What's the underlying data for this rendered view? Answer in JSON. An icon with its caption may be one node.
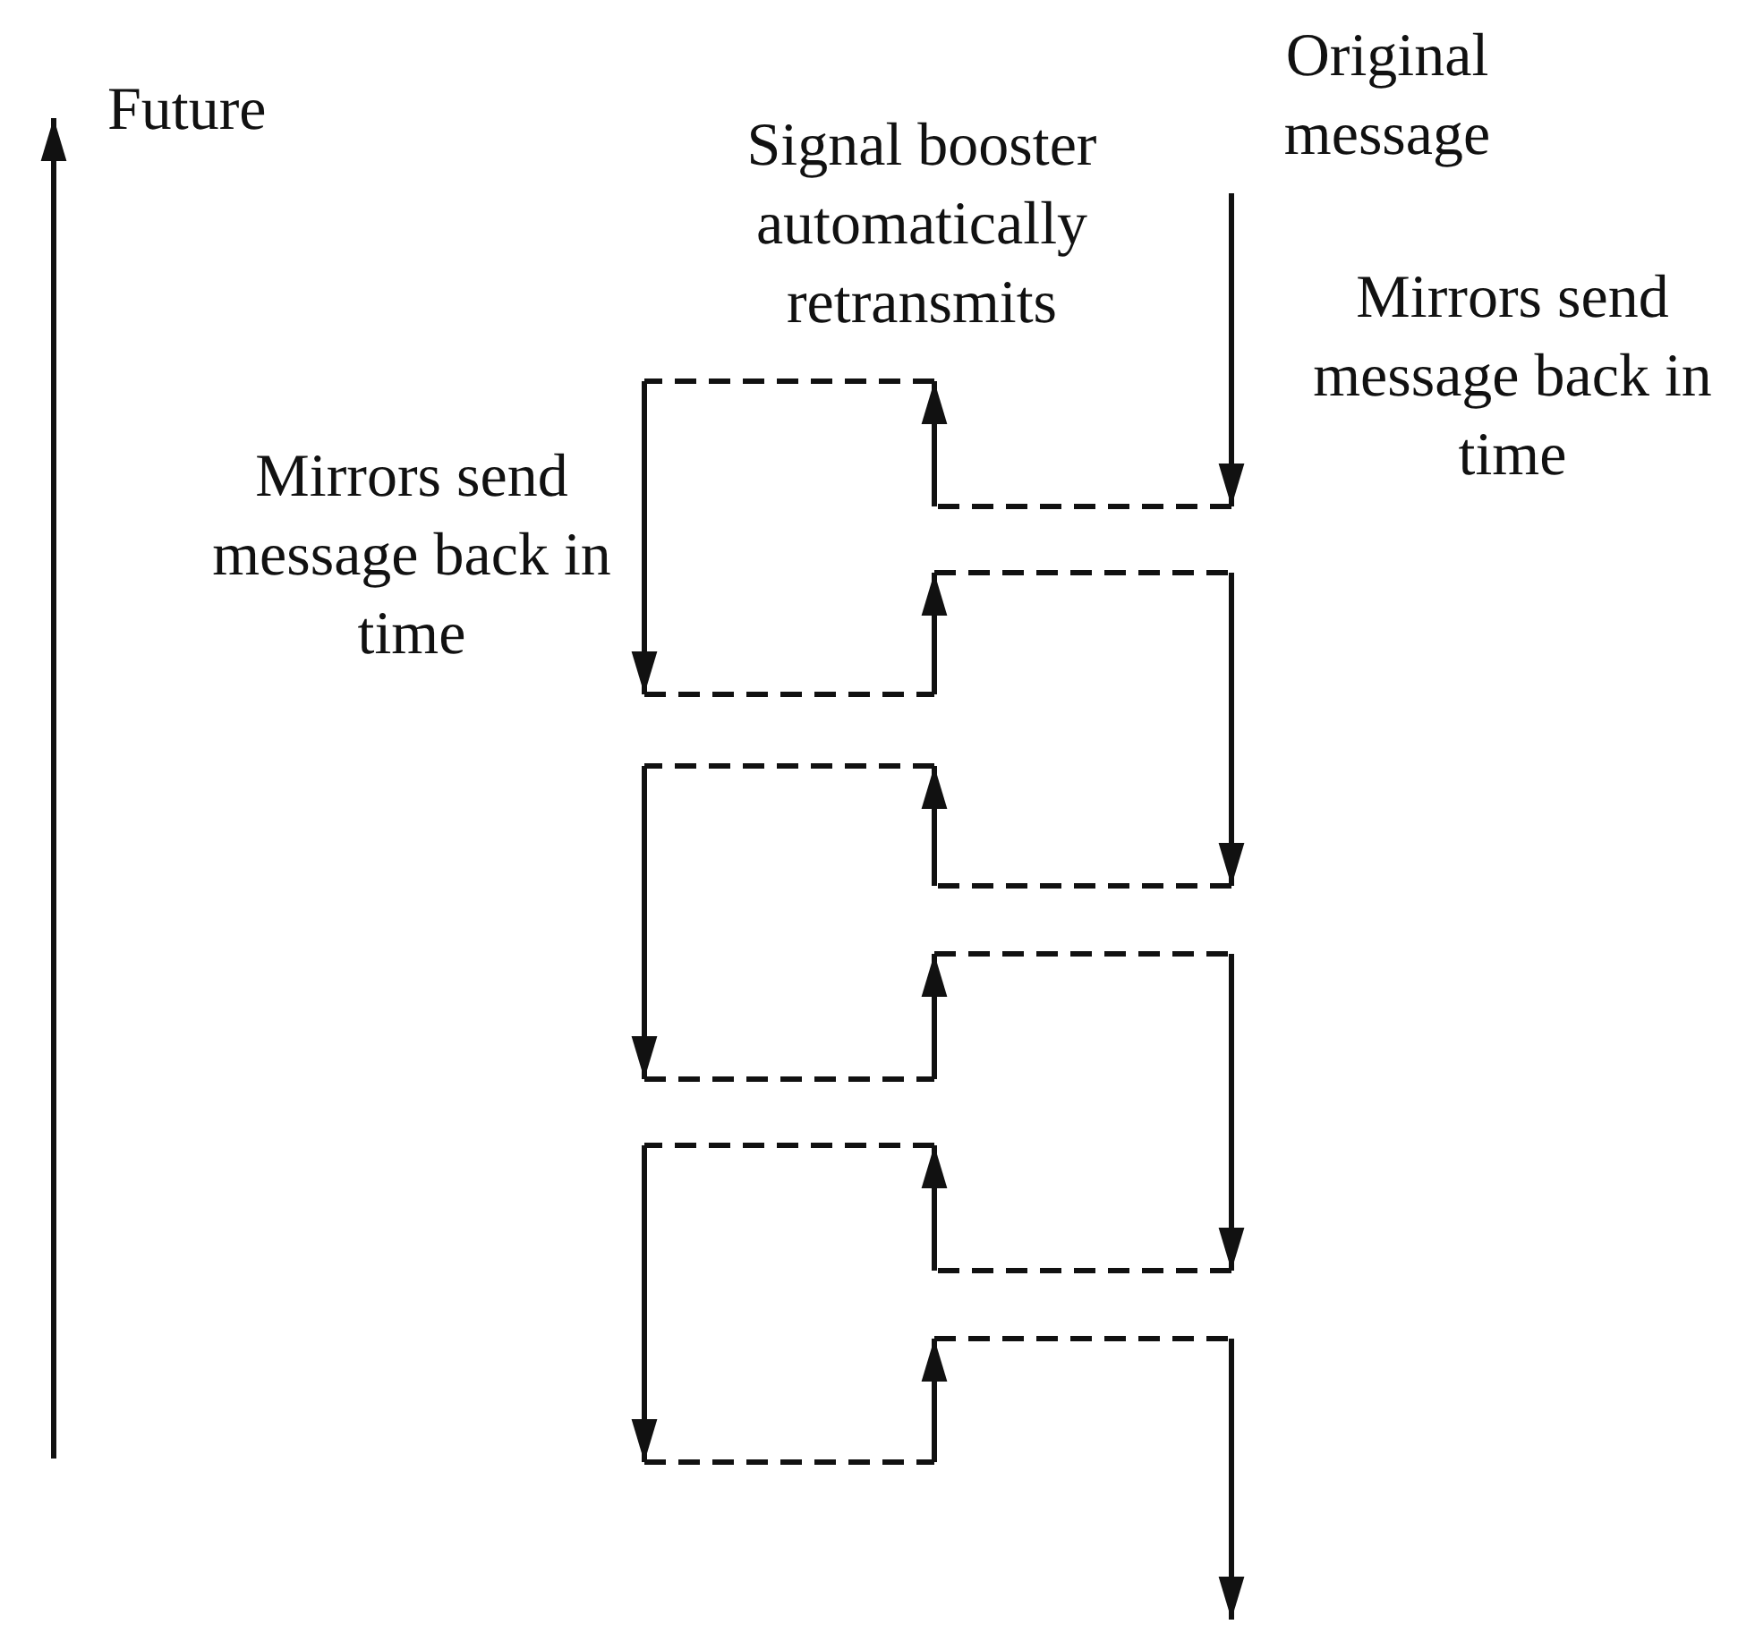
{
  "diagram": {
    "labels": [
      "Future",
      "Original message",
      "Signal booster automatically retransmits",
      "Mirrors send message back in time",
      "Mirrors send message back in time"
    ]
  }
}
